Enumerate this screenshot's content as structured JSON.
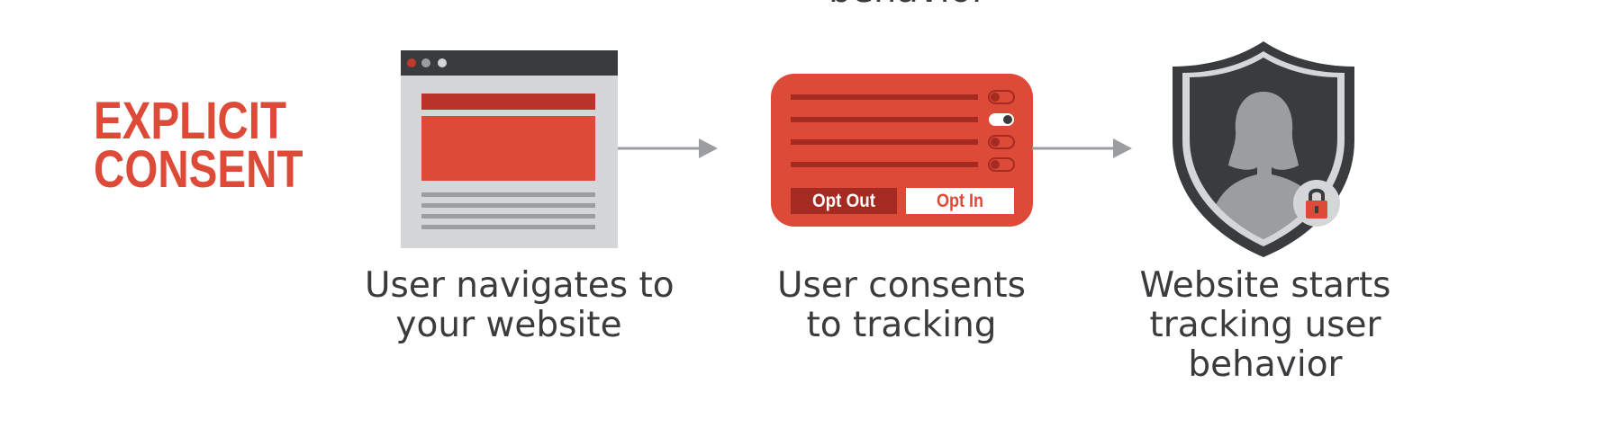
{
  "top_cut_text": "behavior",
  "title": {
    "line1": "EXPLICIT",
    "line2": "CONSENT"
  },
  "steps": [
    {
      "icon": "browser-window-icon",
      "caption": [
        "User navigates to",
        "your website"
      ]
    },
    {
      "icon": "consent-panel-icon",
      "caption": [
        "User consents",
        "to tracking"
      ]
    },
    {
      "icon": "shield-user-icon",
      "caption": [
        "Website starts",
        "tracking user",
        "behavior"
      ]
    }
  ],
  "consent_panel": {
    "opt_out_label": "Opt Out",
    "opt_in_label": "Opt In"
  },
  "colors": {
    "accent_red": "#de4a38",
    "dark_red": "#a52a22",
    "dark_gray": "#3a3b3d",
    "light_gray": "#d4d6d8",
    "mid_gray": "#9b9da0",
    "white": "#ffffff"
  }
}
